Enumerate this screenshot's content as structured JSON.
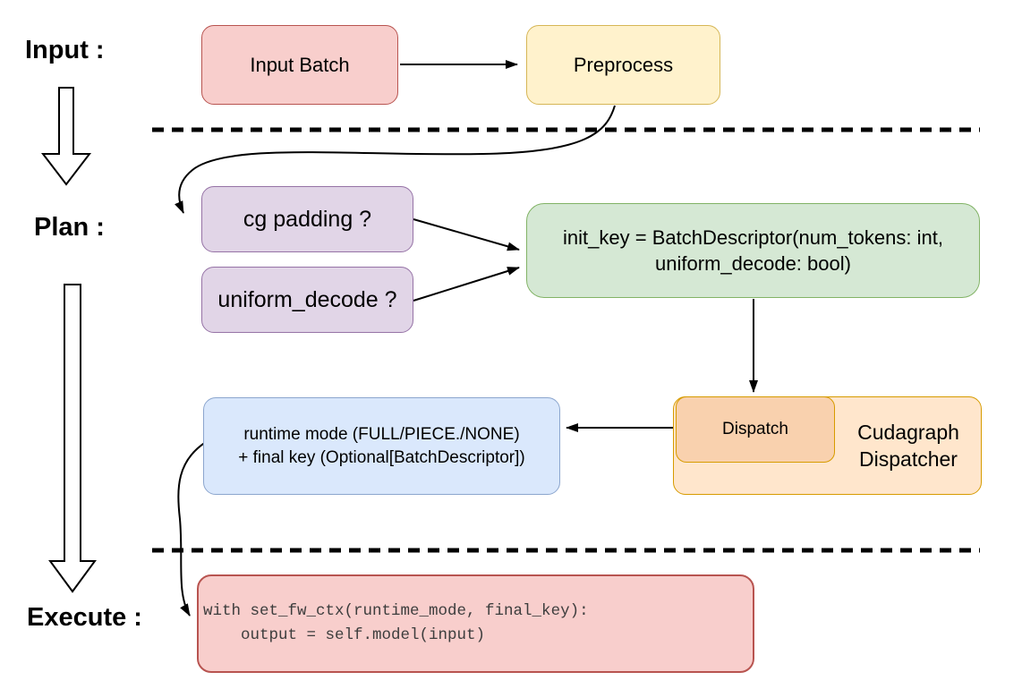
{
  "labels": {
    "input": "Input :",
    "plan": "Plan :",
    "execute": "Execute :"
  },
  "boxes": {
    "input_batch": {
      "label": "Input Batch",
      "fill": "#F8CECC",
      "stroke": "#B85450"
    },
    "preprocess": {
      "label": "Preprocess",
      "fill": "#FFF2CC",
      "stroke": "#D6B656"
    },
    "cg_padding": {
      "label": "cg padding ?",
      "fill": "#E1D5E7",
      "stroke": "#9673A6"
    },
    "uniform_decode": {
      "label": "uniform_decode ?",
      "fill": "#E1D5E7",
      "stroke": "#9673A6"
    },
    "init_key": {
      "line1": "init_key = BatchDescriptor(num_tokens: int,",
      "line2": "uniform_decode: bool)",
      "fill": "#D5E8D4",
      "stroke": "#82B366"
    },
    "cudagraph_dispatcher": {
      "line1": "Cudagraph",
      "line2": "Dispatcher",
      "fill": "#FFE6CC",
      "stroke": "#D79B00"
    },
    "dispatch": {
      "label": "Dispatch",
      "fill": "#F9D1AE",
      "stroke": "#D79B00"
    },
    "runtime_mode": {
      "line1": "runtime mode (FULL/PIECE./NONE)",
      "line2": "+ final key (Optional[BatchDescriptor])",
      "fill": "#DAE8FC",
      "stroke": "#8CA6CE"
    },
    "execute_code": {
      "line1": "with set_fw_ctx(runtime_mode, final_key):",
      "line2": "    output = self.model(input)",
      "fill": "#F8CECC",
      "stroke": "#B85450"
    }
  }
}
